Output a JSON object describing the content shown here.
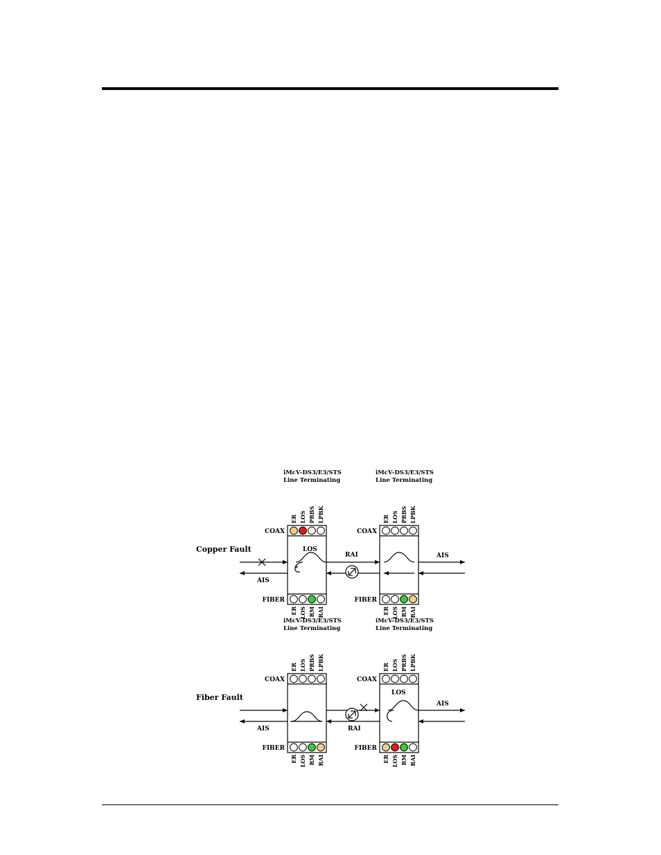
{
  "colors": {
    "led_off": "#ffffff",
    "led_red": "#e01b1b",
    "led_green": "#3cc93c",
    "led_amber": "#f0cf83"
  },
  "diagrams": [
    {
      "fault_label": "Copper Fault",
      "cross_at": "copper-in",
      "left": {
        "title": [
          "iMcV-DS3/E3/STS",
          "Line Terminating"
        ],
        "coax_label": "COAX",
        "fiber_label": "FIBER",
        "coax_leds": [
          {
            "label": "ER",
            "state": "amber"
          },
          {
            "label": "LOS",
            "state": "red"
          },
          {
            "label": "PRBS",
            "state": "off"
          },
          {
            "label": "LPBK",
            "state": "off"
          }
        ],
        "fiber_leds": [
          {
            "label": "ER",
            "state": "off"
          },
          {
            "label": "LOS",
            "state": "off"
          },
          {
            "label": "RM",
            "state": "green"
          },
          {
            "label": "RAI",
            "state": "off"
          }
        ],
        "inner_label": "LOS",
        "star": "*"
      },
      "right": {
        "title": [
          "iMcV-DS3/E3/STS",
          "Line Terminating"
        ],
        "coax_label": "COAX",
        "fiber_label": "FIBER",
        "coax_leds": [
          {
            "label": "ER",
            "state": "off"
          },
          {
            "label": "LOS",
            "state": "off"
          },
          {
            "label": "PRBS",
            "state": "off"
          },
          {
            "label": "LPBK",
            "state": "off"
          }
        ],
        "fiber_leds": [
          {
            "label": "ER",
            "state": "off"
          },
          {
            "label": "LOS",
            "state": "off"
          },
          {
            "label": "RM",
            "state": "green"
          },
          {
            "label": "RAI",
            "state": "amber"
          }
        ],
        "inner_label": ""
      },
      "link_label": "RAI",
      "out_label_left": "AIS",
      "out_label_right": "AIS"
    },
    {
      "fault_label": "Fiber Fault",
      "cross_at": "fiber",
      "left": {
        "title": [
          "iMcV-DS3/E3/STS",
          "Line Terminating"
        ],
        "coax_label": "COAX",
        "fiber_label": "FIBER",
        "coax_leds": [
          {
            "label": "ER",
            "state": "off"
          },
          {
            "label": "LOS",
            "state": "off"
          },
          {
            "label": "PRBS",
            "state": "off"
          },
          {
            "label": "LPBK",
            "state": "off"
          }
        ],
        "fiber_leds": [
          {
            "label": "ER",
            "state": "off"
          },
          {
            "label": "LOS",
            "state": "off"
          },
          {
            "label": "RM",
            "state": "green"
          },
          {
            "label": "RAI",
            "state": "amber"
          }
        ],
        "inner_label": ""
      },
      "right": {
        "title": [
          "iMcV-DS3/E3/STS",
          "Line Terminating"
        ],
        "coax_label": "COAX",
        "fiber_label": "FIBER",
        "coax_leds": [
          {
            "label": "ER",
            "state": "off"
          },
          {
            "label": "LOS",
            "state": "off"
          },
          {
            "label": "PRBS",
            "state": "off"
          },
          {
            "label": "LPBK",
            "state": "off"
          }
        ],
        "fiber_leds": [
          {
            "label": "ER",
            "state": "amber"
          },
          {
            "label": "LOS",
            "state": "red"
          },
          {
            "label": "RM",
            "state": "green"
          },
          {
            "label": "RAI",
            "state": "off"
          }
        ],
        "inner_label": "LOS"
      },
      "link_label": "RAI",
      "out_label_left": "AIS",
      "out_label_right": "AIS"
    }
  ]
}
